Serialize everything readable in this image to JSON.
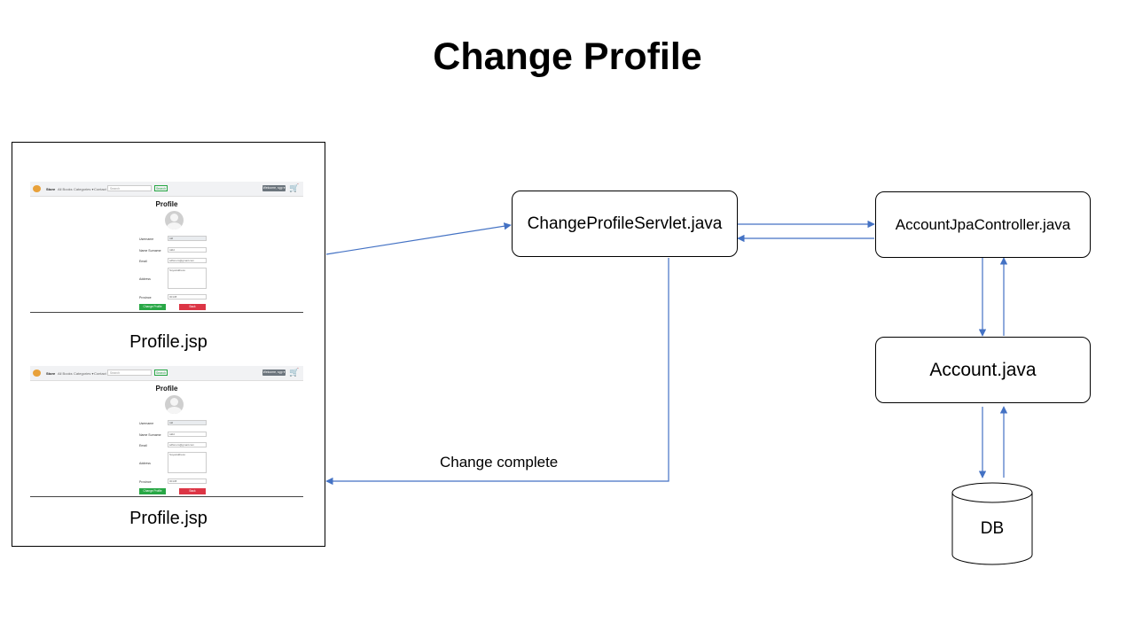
{
  "title": "Change Profile",
  "nodes": {
    "servlet": "ChangeProfileServlet.java",
    "controller": "AccountJpaController.java",
    "entity": "Account.java",
    "db": "DB"
  },
  "panel": {
    "caption_top": "Profile.jsp",
    "caption_bottom": "Profile.jsp"
  },
  "edge_labels": {
    "change_complete": "Change complete"
  },
  "mini_screen": {
    "nav": {
      "brand": "Store",
      "all_books": "All Books",
      "categories": "Categories ▾",
      "contact": "Contact us",
      "search_placeholder": "Search",
      "search_button": "Search",
      "user_button": "Welcome, sgp ▾"
    },
    "heading": "Profile",
    "fields": {
      "username_label": "Username",
      "username_value": "tdd",
      "name_label": "Name Surname",
      "name_value": "tddd",
      "email_label": "Email",
      "email_value": "sdfsnum@gmail.com",
      "address_label": "Address",
      "address_value": "SoyaAddress",
      "province_label": "Province",
      "province_value": "00138"
    },
    "buttons": {
      "change": "Change Profile",
      "back": "Back"
    }
  },
  "colors": {
    "arrow": "#4472c4",
    "accent_green": "#28a745",
    "accent_red": "#dc3545"
  }
}
